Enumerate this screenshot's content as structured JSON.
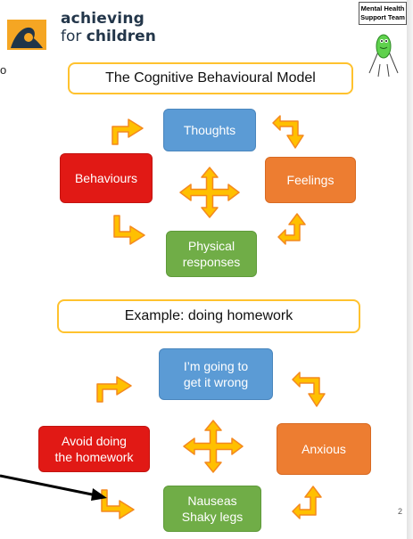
{
  "brand": {
    "line1": "achieving",
    "line2_prefix": "for ",
    "line2_bold": "children"
  },
  "edge_char": "o",
  "badge": {
    "line1": "Mental Health",
    "line2": "Support Team"
  },
  "model": {
    "title": "The Cognitive Behavioural Model",
    "thoughts": "Thoughts",
    "behaviours": "Behaviours",
    "feelings": "Feelings",
    "physical": "Physical\nresponses"
  },
  "example": {
    "title": "Example: doing homework",
    "thoughts": "I’m going to\nget it wrong",
    "behaviours": "Avoid doing\nthe homework",
    "feelings": "Anxious",
    "physical": "Nauseas\nShaky legs"
  },
  "page_number": "2",
  "colors": {
    "thoughts": "#5b9bd5",
    "behaviours": "#e11915",
    "feelings": "#ed7d31",
    "physical": "#70ad47",
    "arrow_fill": "#ffc000",
    "arrow_stroke": "#f4891f",
    "title_border": "#ffc22e"
  },
  "icons": [
    "achieving-for-children-logo",
    "mascot-figure",
    "elbow-arrow",
    "four-way-arrow",
    "pointer-arrow"
  ]
}
